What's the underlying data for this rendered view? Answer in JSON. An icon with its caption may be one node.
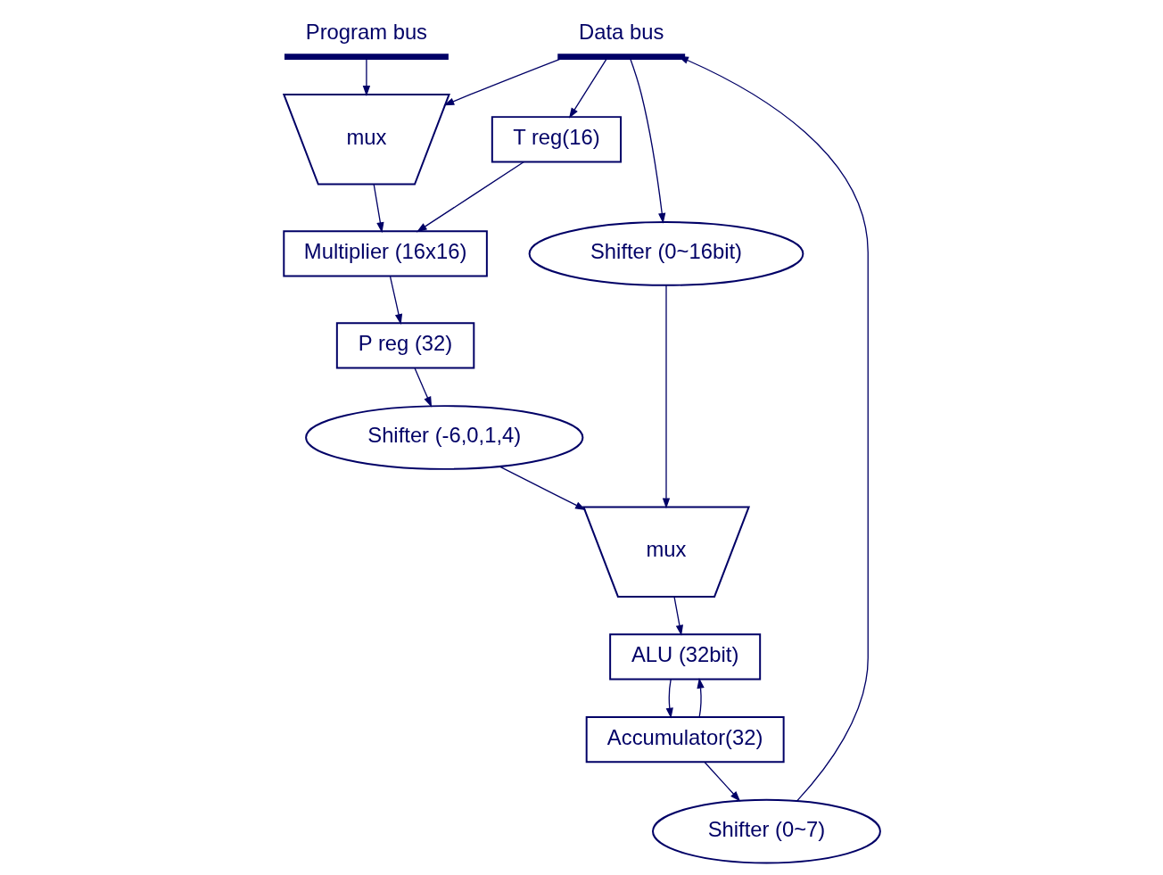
{
  "diagram": {
    "nodes": [
      {
        "text": [
          "Data bus"
        ]
      },
      {
        "text": [
          "Program bus"
        ]
      },
      {
        "text": [
          "mux"
        ]
      },
      {
        "text": [
          "T reg(16)"
        ]
      },
      {
        "text": [
          "Shifter (0~16bit)"
        ]
      },
      {
        "text": [
          "Multiplier (16x16)"
        ]
      },
      {
        "text": [
          "P reg (32)"
        ]
      },
      {
        "text": [
          "Shifter (-6,0,1,4)"
        ]
      },
      {
        "text": [
          "mux"
        ]
      },
      {
        "text": [
          "ALU (32bit)"
        ]
      },
      {
        "text": [
          "Accumulator(32)"
        ]
      },
      {
        "text": [
          "Shifter (0~7)"
        ]
      }
    ],
    "edges": [
      {
        "from": 0,
        "to": 4,
        "arrow": "to"
      },
      {
        "from": 0,
        "to": 3,
        "arrow": "to"
      },
      {
        "from": 0,
        "to": 2,
        "arrow": "to"
      },
      {
        "from": 1,
        "to": 2,
        "arrow": "to"
      },
      {
        "from": 3,
        "to": 5,
        "arrow": "to"
      },
      {
        "from": 2,
        "to": 5,
        "arrow": "to"
      },
      {
        "from": 5,
        "to": 6,
        "arrow": "to"
      },
      {
        "from": 6,
        "to": 7,
        "arrow": "to"
      },
      {
        "from": 4,
        "to": 8,
        "arrow": "to"
      },
      {
        "from": 7,
        "to": 8,
        "arrow": "to"
      },
      {
        "from": 8,
        "to": 9,
        "arrow": "to"
      },
      {
        "from": 9,
        "to": 10,
        "arrow": "to"
      },
      {
        "from": 10,
        "to": 11,
        "arrow": "to"
      },
      {
        "from": 10,
        "to": 9,
        "arrow": "to"
      },
      {
        "from": 11,
        "to": 0,
        "arrow": "to"
      }
    ]
  }
}
